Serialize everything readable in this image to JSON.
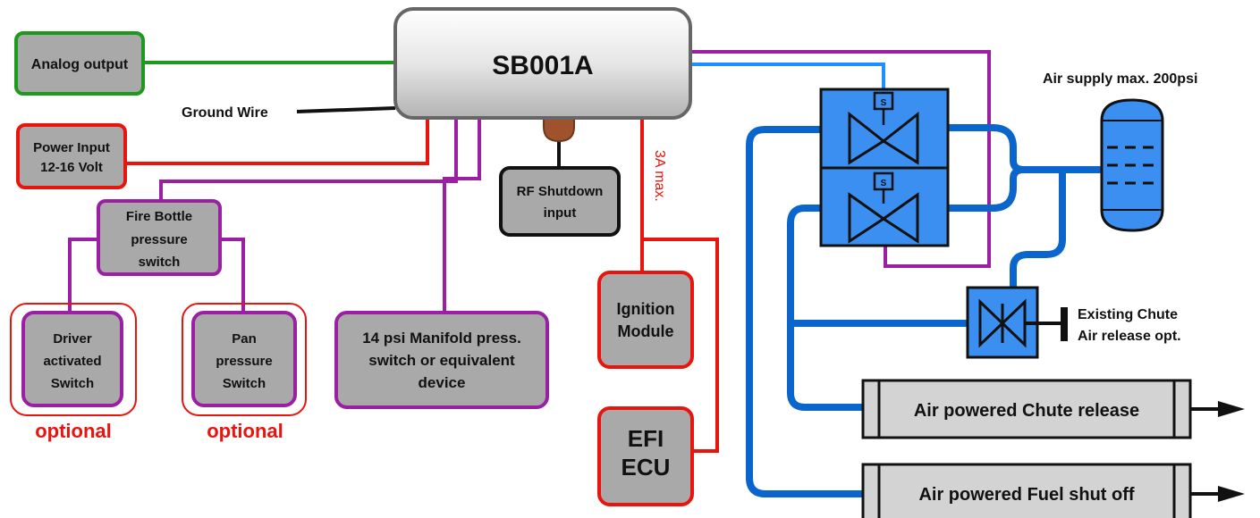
{
  "controller": {
    "label": "SB001A"
  },
  "analog_output": {
    "label": "Analog output"
  },
  "ground_wire": {
    "label": "Ground Wire"
  },
  "power_input": {
    "line1": "Power Input",
    "line2": "12-16 Volt"
  },
  "fire_bottle": {
    "line1": "Fire Bottle",
    "line2": "pressure",
    "line3": "switch"
  },
  "driver_switch": {
    "line1": "Driver",
    "line2": "activated",
    "line3": "Switch"
  },
  "pan_switch": {
    "line1": "Pan",
    "line2": "pressure",
    "line3": "Switch"
  },
  "optional_labels": [
    "optional",
    "optional"
  ],
  "manifold_switch": {
    "line1": "14 psi Manifold press.",
    "line2": "switch or equivalent",
    "line3": "device"
  },
  "rf_shutdown": {
    "line1": "RF Shutdown",
    "line2": "input"
  },
  "current_limit": {
    "label": "3A max."
  },
  "ignition_module": {
    "line1": "Ignition",
    "line2": "Module"
  },
  "efi_ecu": {
    "line1": "EFI",
    "line2": "ECU"
  },
  "solenoid_label": "S",
  "air_supply": {
    "label": "Air supply max. 200psi"
  },
  "existing_chute": {
    "line1": "Existing Chute",
    "line2": "Air release opt."
  },
  "chute_release": {
    "label": "Air powered Chute release"
  },
  "fuel_shutoff": {
    "label": "Air powered Fuel shut off"
  },
  "colors": {
    "green": "#1d9a1d",
    "red": "#e8150f",
    "purple": "#9b1fa3",
    "blue": "#0a66cc",
    "light_blue": "#1e90ff",
    "brown": "#a0522d",
    "box_gray": "#a9a9a9"
  }
}
